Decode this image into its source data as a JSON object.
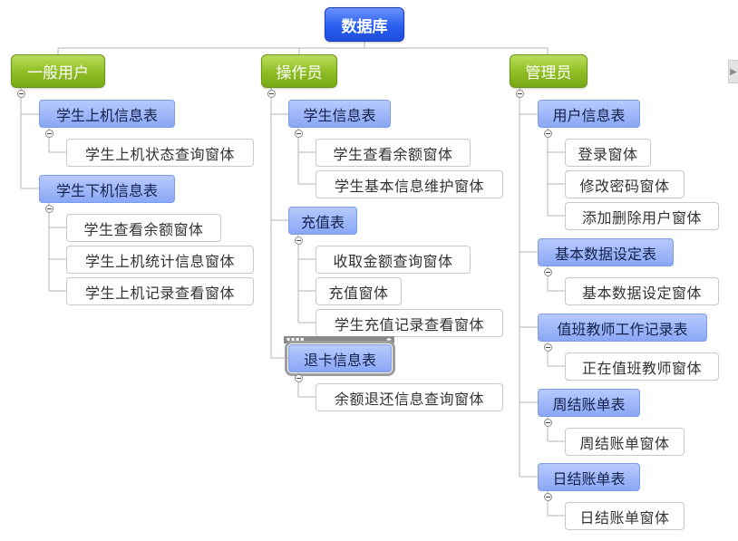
{
  "root": {
    "label": "数据库"
  },
  "roles": [
    {
      "label": "一般用户",
      "tables": [
        {
          "label": "学生上机信息表",
          "forms": [
            "学生上机状态查询窗体"
          ]
        },
        {
          "label": "学生下机信息表",
          "forms": [
            "学生查看余额窗体",
            "学生上机统计信息窗体",
            "学生上机记录查看窗体"
          ]
        }
      ]
    },
    {
      "label": "操作员",
      "tables": [
        {
          "label": "学生信息表",
          "forms": [
            "学生查看余额窗体",
            "学生基本信息维护窗体"
          ]
        },
        {
          "label": "充值表",
          "forms": [
            "收取金额查询窗体",
            "充值窗体",
            "学生充值记录查看窗体"
          ]
        },
        {
          "label": "退卡信息表",
          "selected": true,
          "forms": [
            "余额退还信息查询窗体"
          ]
        }
      ]
    },
    {
      "label": "管理员",
      "tables": [
        {
          "label": "用户信息表",
          "forms": [
            "登录窗体",
            "修改密码窗体",
            "添加删除用户窗体"
          ]
        },
        {
          "label": "基本数据设定表",
          "forms": [
            "基本数据设定窗体"
          ]
        },
        {
          "label": "值班教师工作记录表",
          "forms": [
            "正在值班教师窗体"
          ]
        },
        {
          "label": "周结账单表",
          "forms": [
            "周结账单窗体"
          ]
        },
        {
          "label": "日结账单表",
          "forms": [
            "日结账单窗体"
          ]
        }
      ]
    }
  ],
  "icons": {
    "collapse": "collapse-minus-icon",
    "side_panel": "panel-expand-arrow-icon"
  },
  "colors": {
    "root": "#2a5ff0",
    "role": "#8dbd22",
    "table": "#8aa7f6",
    "form_border": "#c9c9c9",
    "connector": "#b5b5b5"
  }
}
